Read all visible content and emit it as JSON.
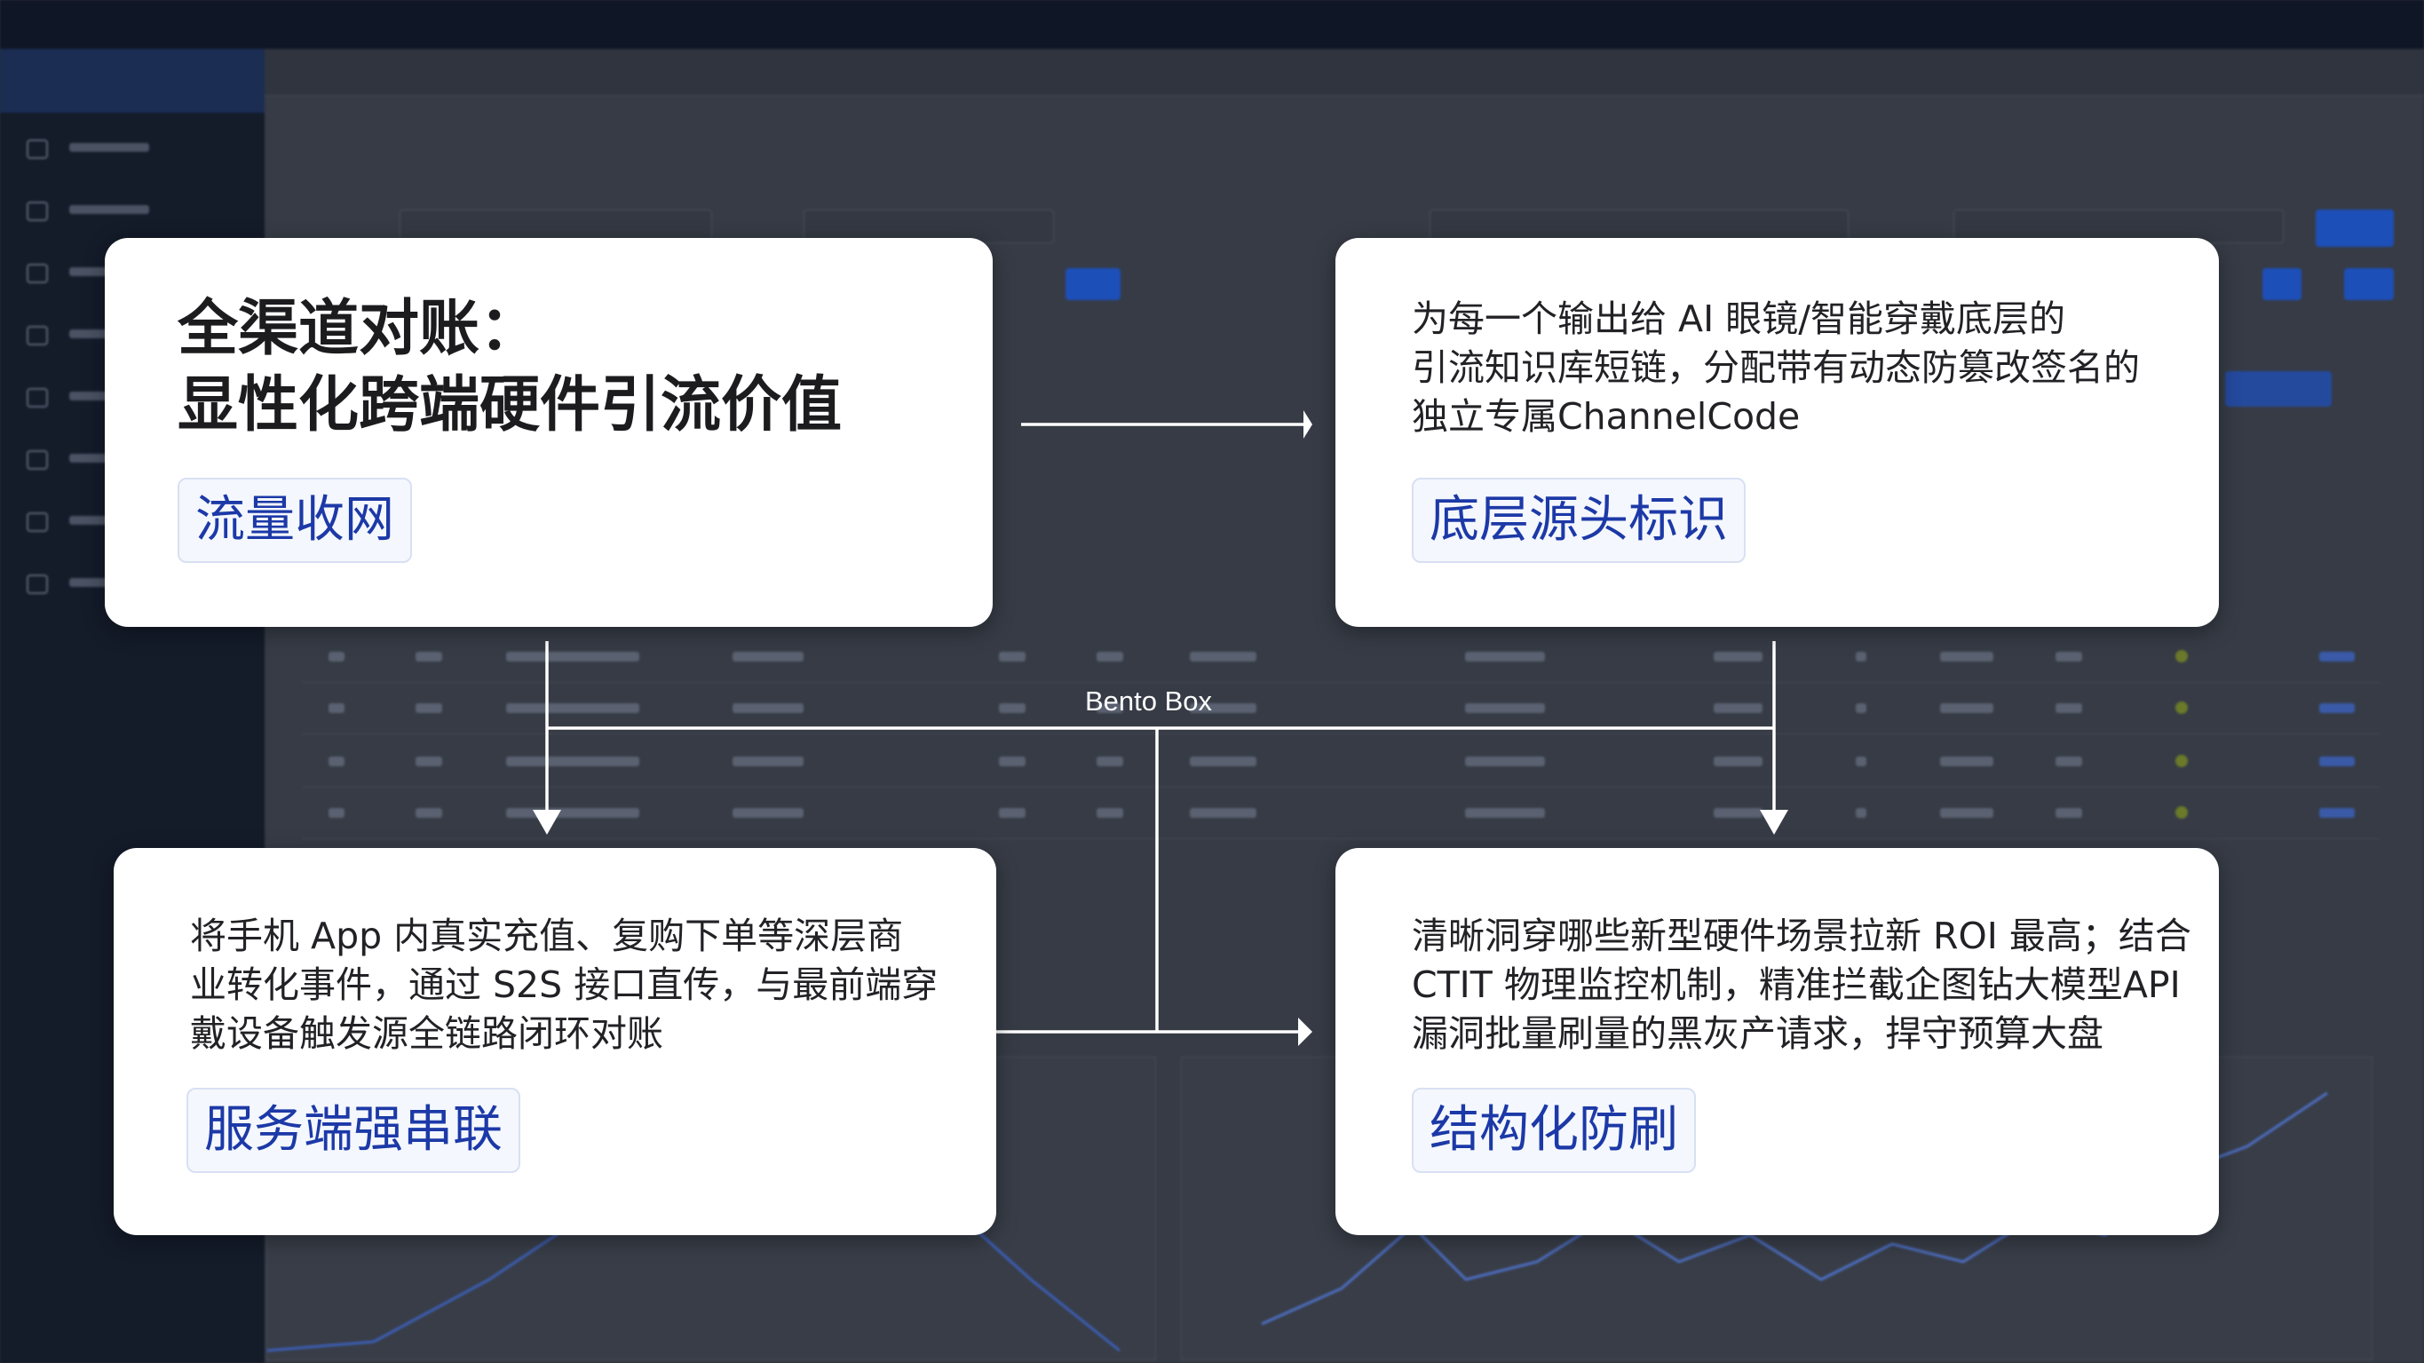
{
  "diagram": {
    "bus_label": "Bento Box",
    "cards": [
      {
        "id": "channel-reconciliation",
        "title": "全渠道对账：\n显性化跨端硬件引流价值",
        "tag": "流量收网"
      },
      {
        "id": "source-identification",
        "body": "为每一个输出给 AI 眼镜/智能穿戴底层的\n引流知识库短链，分配带有动态防篡改签名的\n独立专属ChannelCode",
        "tag": "底层源头标识"
      },
      {
        "id": "server-linkage",
        "body": "将手机 App 内真实充值、复购下单等深层商\n业转化事件，通过 S2S 接口直传，与最前端穿\n戴设备触发源全链路闭环对账",
        "tag": "服务端强串联"
      },
      {
        "id": "anti-fraud",
        "body": "清晰洞穿哪些新型硬件场景拉新 ROI 最高；结合\nCTIT 物理监控机制，精准拦截企图钻大模型API\n漏洞批量刷量的黑灰产请求，捍守预算大盘",
        "tag": "结构化防刷"
      }
    ]
  },
  "colors": {
    "card_bg": "#ffffff",
    "tag_text": "#1c39a7",
    "tag_bg": "#f4f7fd",
    "tag_border": "#d8e0f3",
    "connector": "#ffffff",
    "backdrop": "#2b2f38"
  }
}
